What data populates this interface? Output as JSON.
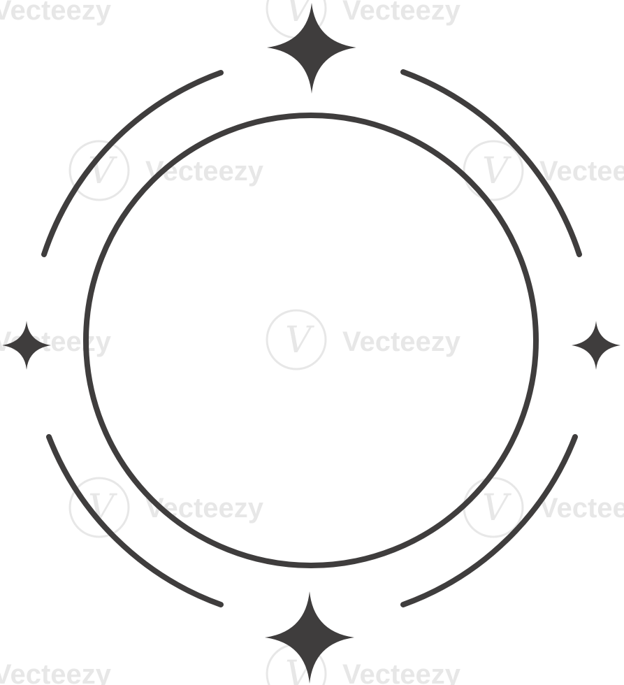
{
  "illustration": {
    "stroke_color": "#3f3d3d",
    "background_color": "#ffffff",
    "icons": [
      "inner-circle-icon",
      "arc-segment-icon",
      "sparkle-star-icon"
    ]
  },
  "watermark": {
    "brand": "Vecteezy",
    "logo_glyph": "V",
    "color": "#bcbcbc",
    "opacity": 0.35
  }
}
